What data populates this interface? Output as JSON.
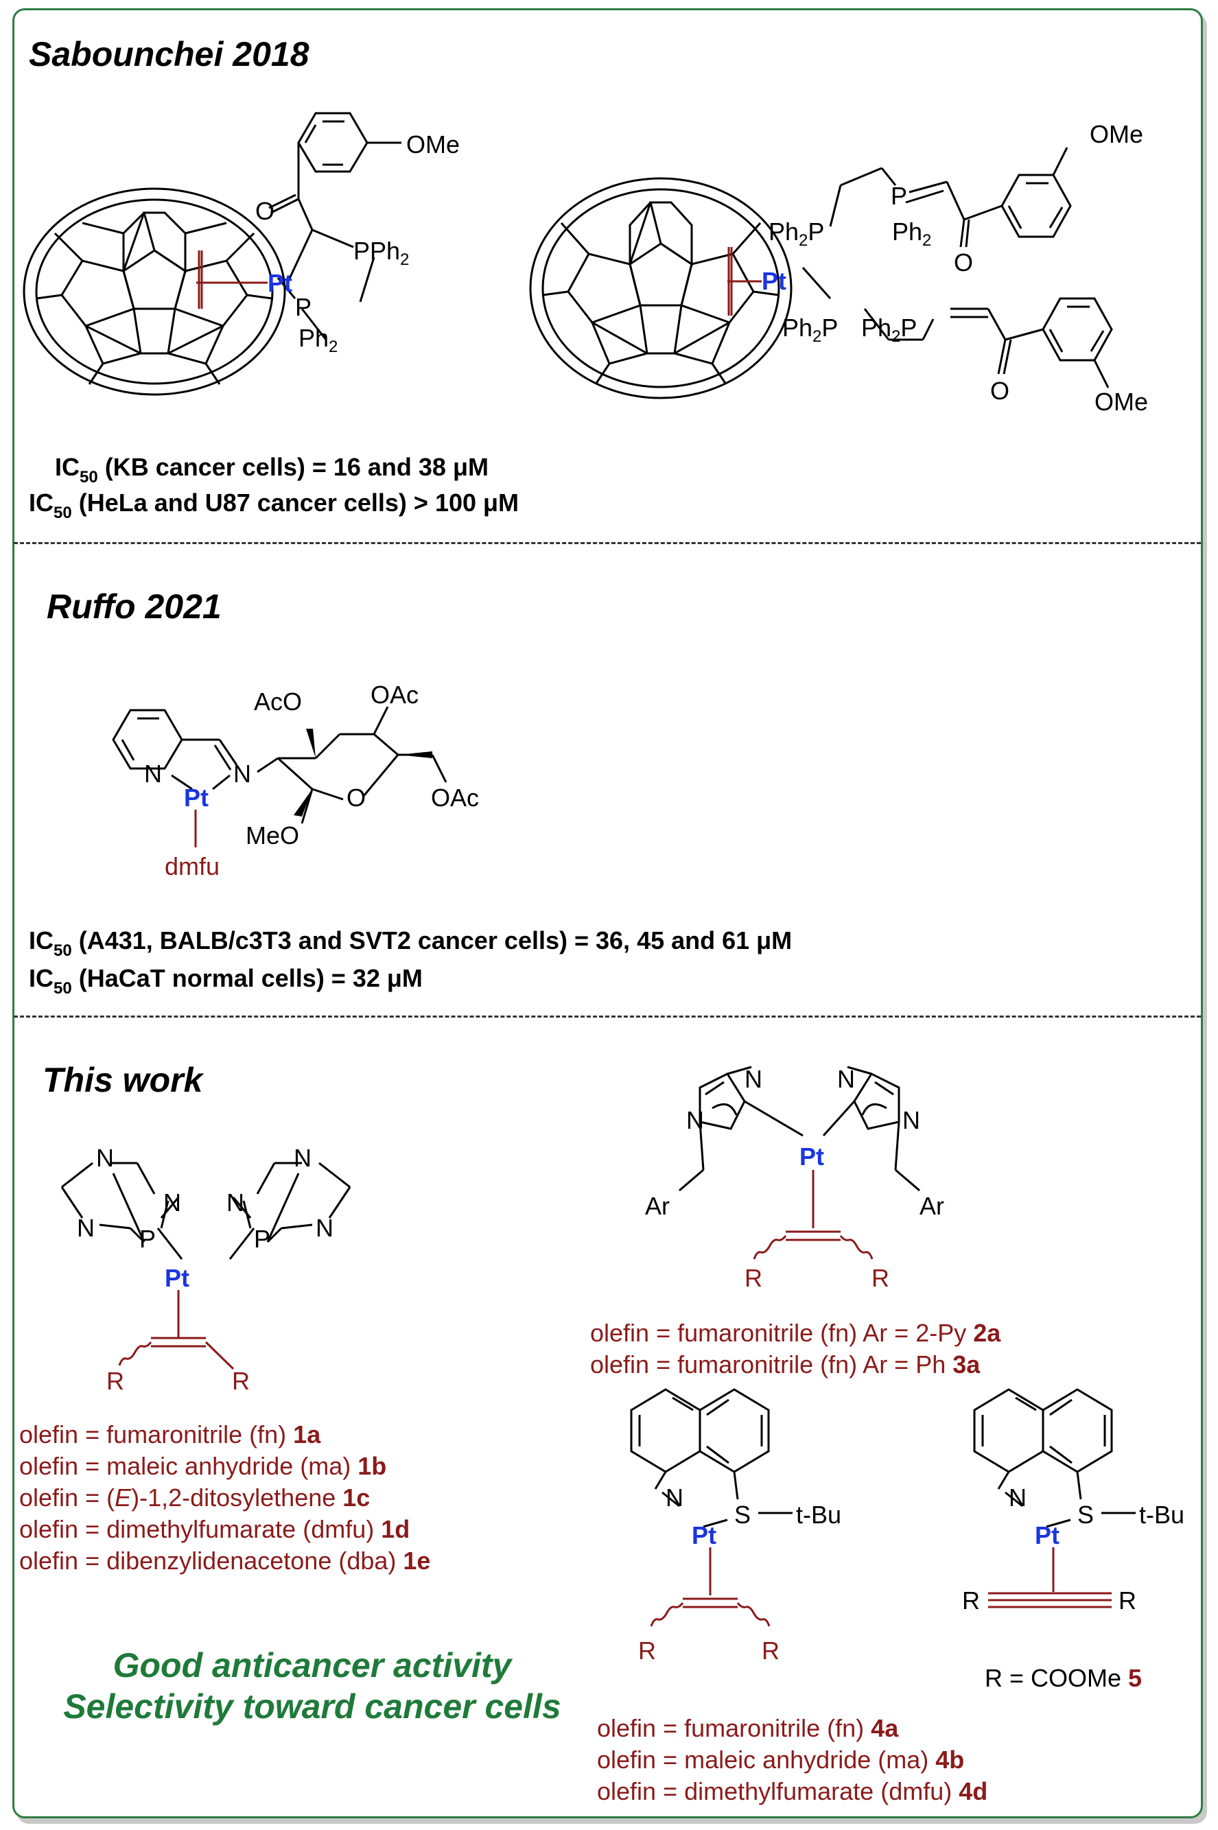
{
  "sections": {
    "sabounchei": {
      "title": "Sabounchei 2018",
      "ic50_1_pre": "IC",
      "ic50_1_sub": "50",
      "ic50_1_post": " (KB cancer cells) = 16 and 38 μM",
      "ic50_2_pre": "IC",
      "ic50_2_sub": "50",
      "ic50_2_post": " (HeLa and U87 cancer cells) > 100 μM"
    },
    "ruffo": {
      "title": "Ruffo 2021",
      "ic50_1_pre": "IC",
      "ic50_1_sub": "50",
      "ic50_1_post": " (A431, BALB/c3T3 and SVT2 cancer cells) = 36, 45 and 61 μM",
      "ic50_2_pre": "IC",
      "ic50_2_sub": "50",
      "ic50_2_post": " (HaCaT normal cells) = 32 μM"
    },
    "this_work": {
      "title": "This work",
      "list1": [
        {
          "text": "olefin = fumaronitrile (fn) ",
          "code": "1a"
        },
        {
          "text": "olefin = maleic anhydride (ma) ",
          "code": "1b"
        },
        {
          "text_pre": "olefin = (",
          "text_italic": "E",
          "text": ")-1,2-ditosylethene ",
          "code": "1c"
        },
        {
          "text": "olefin = dimethylfumarate (dmfu) ",
          "code": "1d"
        },
        {
          "text": "olefin = dibenzylidenacetone (dba) ",
          "code": "1e"
        }
      ],
      "list2": [
        {
          "text": "olefin = fumaronitrile (fn)  Ar = 2-Py  ",
          "code": "2a"
        },
        {
          "text": "olefin = fumaronitrile (fn)  Ar = Ph     ",
          "code": "3a"
        }
      ],
      "list4": [
        {
          "text": "olefin = fumaronitrile (fn) ",
          "code": "4a"
        },
        {
          "text": "olefin = maleic anhydride (ma) ",
          "code": "4b"
        },
        {
          "text": "olefin = dimethylfumarate (dmfu) ",
          "code": "4d"
        }
      ],
      "compound5": {
        "text": "R = COOMe  ",
        "code": "5"
      },
      "highlight_1": "Good anticancer activity",
      "highlight_2": "Selectivity toward cancer cells"
    }
  },
  "labels": {
    "pt": "Pt",
    "ome": "OMe",
    "o": "O",
    "pph2": "PPh",
    "p": "P",
    "ph": "Ph",
    "two": "2",
    "ph2p": "Ph",
    "aco": "AcO",
    "oac": "OAc",
    "meo": "MeO",
    "n": "N",
    "dmfu": "dmfu",
    "ar": "Ar",
    "r": "R",
    "s": "S",
    "tbu": "t-Bu"
  },
  "colors": {
    "frame": "#2e7d45",
    "pt": "#1a35e0",
    "olefin": "#8b1a1a",
    "highlight": "#1f7a3a"
  }
}
